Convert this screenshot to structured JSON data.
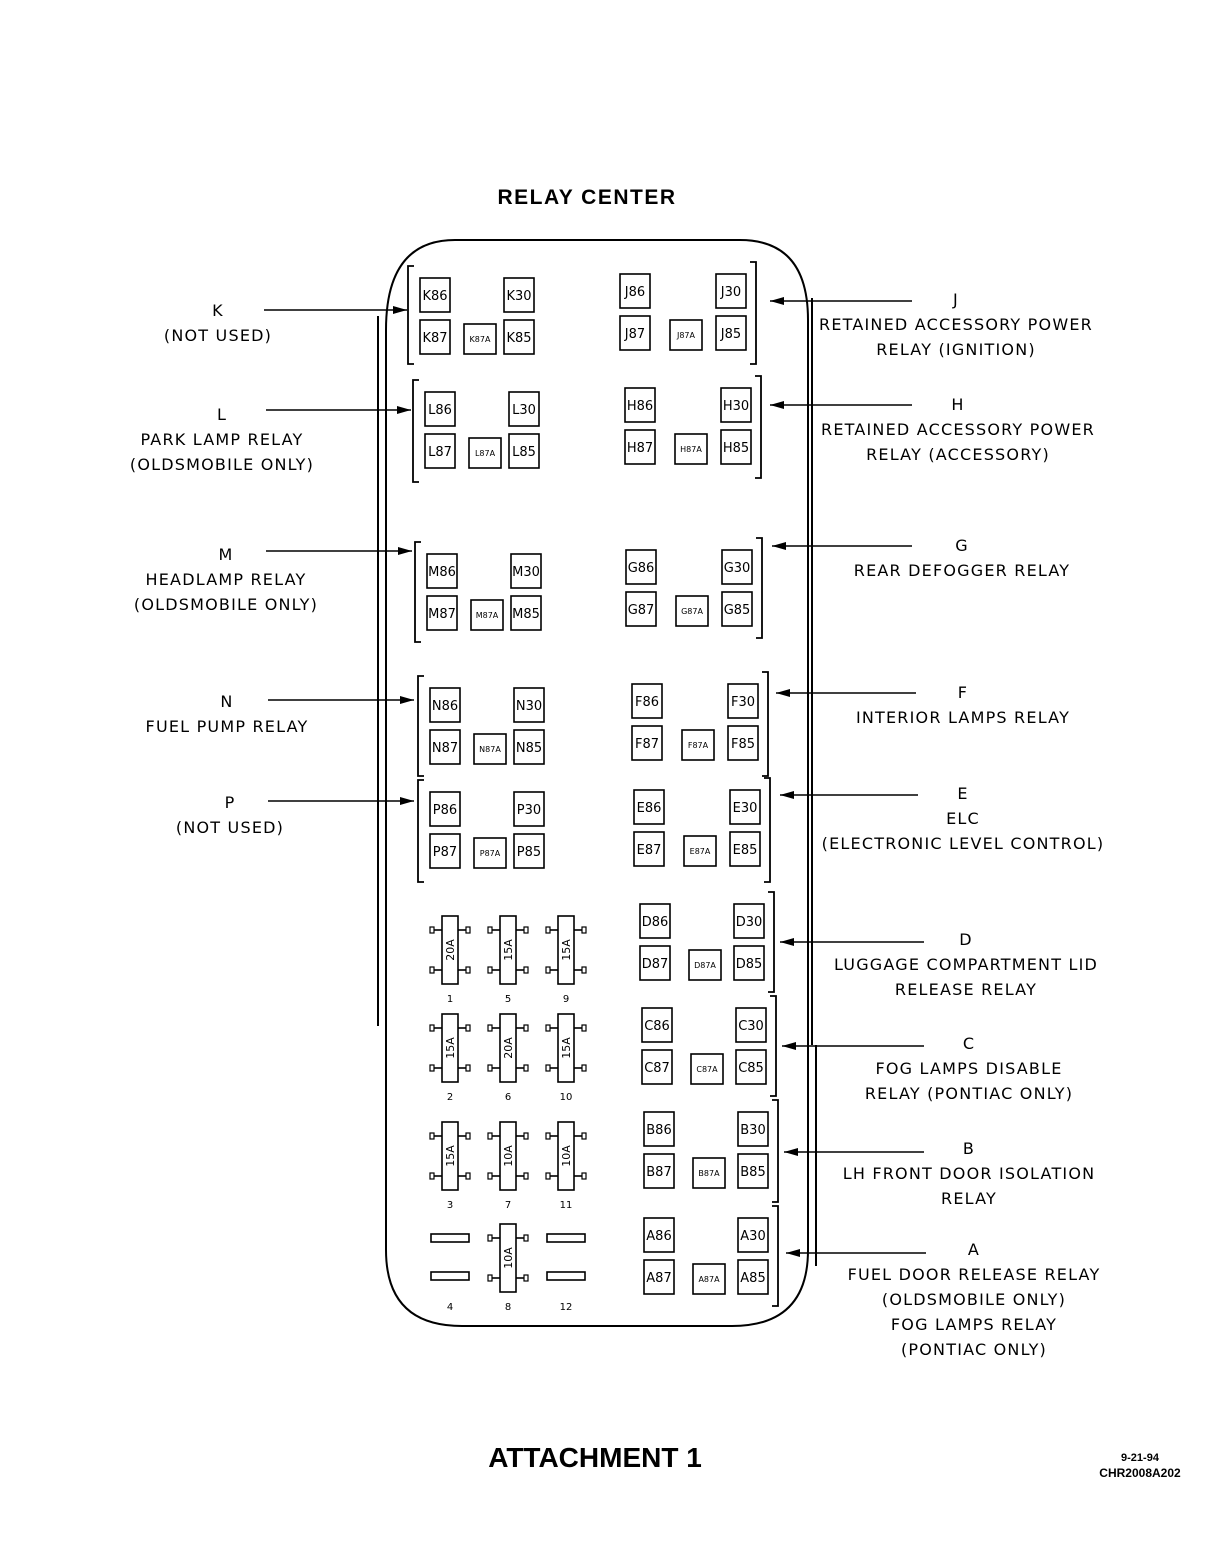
{
  "title": "RELAY CENTER",
  "footer": {
    "title": "ATTACHMENT 1",
    "date": "9-21-94",
    "code": "CHR2008A202"
  },
  "left_labels": {
    "K": [
      "K",
      "(NOT USED)"
    ],
    "L": [
      "L",
      "PARK LAMP RELAY",
      "(OLDSMOBILE ONLY)"
    ],
    "M": [
      "M",
      "HEADLAMP RELAY",
      "(OLDSMOBILE ONLY)"
    ],
    "N": [
      "N",
      "FUEL PUMP RELAY"
    ],
    "P": [
      "P",
      "(NOT USED)"
    ]
  },
  "right_labels": {
    "J": [
      "J",
      "RETAINED ACCESSORY POWER",
      "RELAY (IGNITION)"
    ],
    "H": [
      "H",
      "RETAINED ACCESSORY POWER",
      "RELAY (ACCESSORY)"
    ],
    "G": [
      "G",
      "REAR DEFOGGER RELAY"
    ],
    "F": [
      "F",
      "INTERIOR LAMPS RELAY"
    ],
    "E": [
      "E",
      "ELC",
      "(ELECTRONIC LEVEL CONTROL)"
    ],
    "D": [
      "D",
      "LUGGAGE COMPARTMENT LID",
      "RELEASE RELAY"
    ],
    "C": [
      "C",
      "FOG LAMPS DISABLE",
      "RELAY (PONTIAC ONLY)"
    ],
    "B": [
      "B",
      "LH FRONT DOOR ISOLATION",
      "RELAY"
    ],
    "A": [
      "A",
      "FUEL DOOR RELEASE RELAY",
      "(OLDSMOBILE ONLY)",
      "FOG LAMPS RELAY",
      "(PONTIAC ONLY)"
    ]
  },
  "relays": {
    "K": [
      "K86",
      "K30",
      "K87",
      "K87A",
      "K85"
    ],
    "J": [
      "J86",
      "J30",
      "J87",
      "J87A",
      "J85"
    ],
    "L": [
      "L86",
      "L30",
      "L87",
      "L87A",
      "L85"
    ],
    "H": [
      "H86",
      "H30",
      "H87",
      "H87A",
      "H85"
    ],
    "M": [
      "M86",
      "M30",
      "M87",
      "M87A",
      "M85"
    ],
    "G": [
      "G86",
      "G30",
      "G87",
      "G87A",
      "G85"
    ],
    "N": [
      "N86",
      "N30",
      "N87",
      "N87A",
      "N85"
    ],
    "F": [
      "F86",
      "F30",
      "F87",
      "F87A",
      "F85"
    ],
    "P": [
      "P86",
      "P30",
      "P87",
      "P87A",
      "P85"
    ],
    "E": [
      "E86",
      "E30",
      "E87",
      "E87A",
      "E85"
    ],
    "D": [
      "D86",
      "D30",
      "D87",
      "D87A",
      "D85"
    ],
    "C": [
      "C86",
      "C30",
      "C87",
      "C87A",
      "C85"
    ],
    "B": [
      "B86",
      "B30",
      "B87",
      "B87A",
      "B85"
    ],
    "A": [
      "A86",
      "A30",
      "A87",
      "A87A",
      "A85"
    ]
  },
  "fuses": [
    {
      "number": "1",
      "rating": "20A"
    },
    {
      "number": "5",
      "rating": "15A"
    },
    {
      "number": "9",
      "rating": "15A"
    },
    {
      "number": "2",
      "rating": "15A"
    },
    {
      "number": "6",
      "rating": "20A"
    },
    {
      "number": "10",
      "rating": "15A"
    },
    {
      "number": "3",
      "rating": "15A"
    },
    {
      "number": "7",
      "rating": "10A"
    },
    {
      "number": "11",
      "rating": "10A"
    },
    {
      "number": "4",
      "rating": ""
    },
    {
      "number": "8",
      "rating": "10A"
    },
    {
      "number": "12",
      "rating": ""
    }
  ]
}
